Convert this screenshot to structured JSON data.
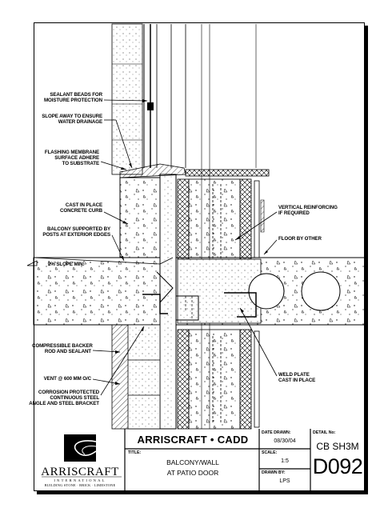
{
  "notes": {
    "sealant": [
      "SEALANT BEADS FOR",
      "MOISTURE PROTECTION"
    ],
    "slope": [
      "SLOPE AWAY TO ENSURE",
      "WATER DRAINAGE"
    ],
    "flashing": [
      "FLASHING MEMBRANE",
      "SURFACE ADHERE",
      "TO SUBSTRATE"
    ],
    "curb": [
      "CAST IN PLACE",
      "CONCRETE CURB"
    ],
    "balcony": [
      "BALCONY SUPPORTED BY",
      "POSTS AT EXTERIOR EDGES"
    ],
    "slope_min": [
      "2% SLOPE MIN."
    ],
    "reinforcing": [
      "VERTICAL REINFORCING",
      "IF REQUIRED"
    ],
    "floor": [
      "FLOOR BY OTHER"
    ],
    "backer": [
      "COMPRESSIBLE BACKER",
      "ROD AND SEALANT"
    ],
    "vent": [
      "VENT @ 600 MM O/C"
    ],
    "corrosion": [
      "CORROSION PROTECTED",
      "CONTINUOUS STEEL",
      "ANGLE AND STEEL BRACKET"
    ],
    "weld": [
      "WELD PLATE",
      "CAST IN PLACE"
    ]
  },
  "title_block": {
    "company": "ARRISCRAFT • CADD",
    "title_label": "TITLE:",
    "title_line1": "BALCONY/WALL",
    "title_line2": "AT PATIO DOOR",
    "date_label": "DATE DRAWN:",
    "date_value": "08/30/04",
    "scale_label": "SCALE:",
    "scale_value": "1:5",
    "drawn_label": "DRAWN BY:",
    "drawn_value": "LPS",
    "detail_label": "DETAIL No:",
    "detail_code": "CB SH3M",
    "detail_number": "D092",
    "logo_name": "ARRISCRAFT",
    "logo_intl": "INTERNATIONAL",
    "logo_tagline": "BUILDING STONE · BRICK · LIMESTONE"
  }
}
